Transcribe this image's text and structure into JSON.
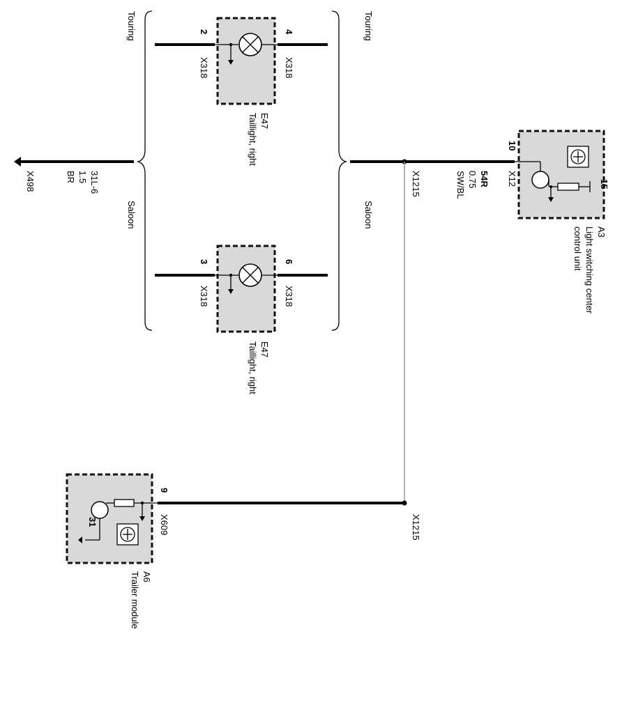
{
  "diagram": {
    "variants": {
      "touring": "Touring",
      "saloon": "Saloon"
    },
    "taillight_top": {
      "code": "E47",
      "name": "Taillight, right",
      "connector": "X318",
      "pin_left": "2",
      "pin_right": "4"
    },
    "taillight_bottom": {
      "code": "E47",
      "name": "Taillight, right",
      "connector": "X318",
      "pin_left": "3",
      "pin_right": "6"
    },
    "ground": {
      "label": "X498",
      "wire_spec": [
        "31L-6",
        "1.5",
        "BR"
      ]
    },
    "light_switch_unit": {
      "code": "A3",
      "name_line1": "Light switching center",
      "name_line2": "control unit",
      "connector": "X12",
      "pin": "10",
      "pin_internal": "15"
    },
    "supply_wire": {
      "spec": [
        "54R",
        "0.75",
        "SW/BL"
      ]
    },
    "splice_top": "X1215",
    "splice_bottom": "X1215",
    "trailer_module": {
      "code": "A6",
      "name": "Trailer module",
      "connector": "X609",
      "pin": "9",
      "pin_internal": "31"
    }
  }
}
